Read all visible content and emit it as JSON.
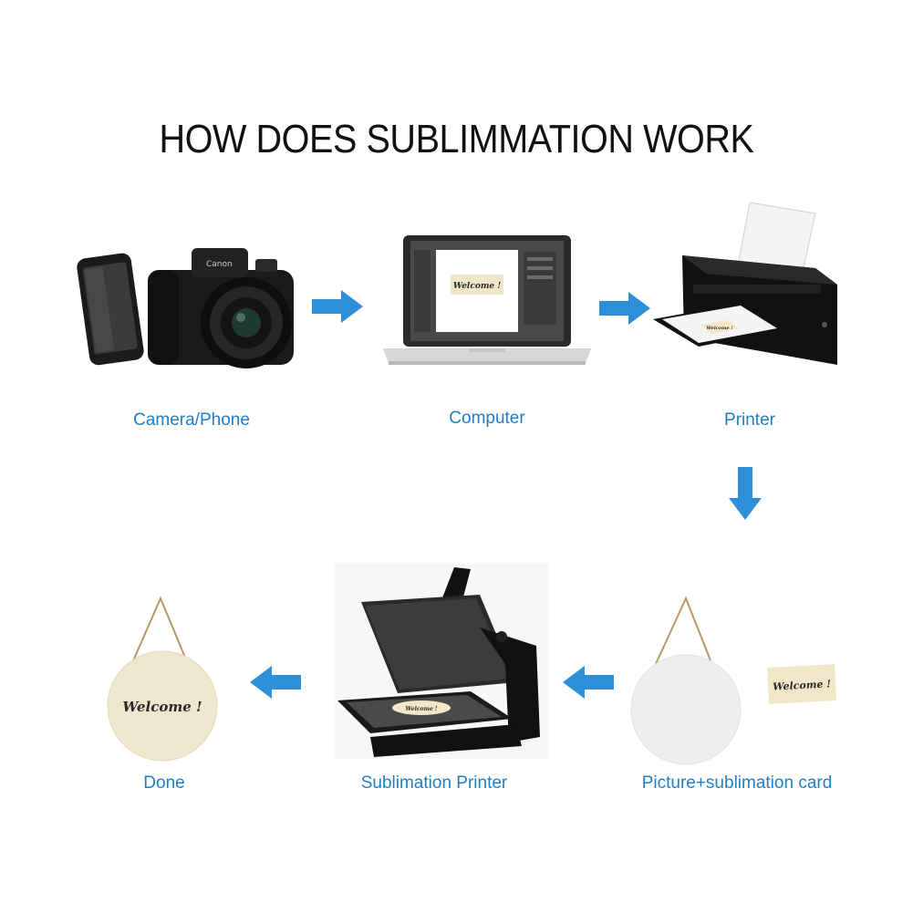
{
  "title": "HOW DOES SUBLIMMATION WORK",
  "colors": {
    "accent": "#1f7fc4",
    "arrow": "#2d8fd8",
    "title": "#111111"
  },
  "steps": [
    {
      "label": "Camera/Phone",
      "icon": "camera-phone-icon"
    },
    {
      "label": "Computer",
      "icon": "laptop-icon"
    },
    {
      "label": "Printer",
      "icon": "printer-icon"
    },
    {
      "label": "Picture+sublimation card",
      "icon": "blank-sign-card-icon"
    },
    {
      "label": "Sublimation Printer",
      "icon": "heat-press-icon"
    },
    {
      "label": "Done",
      "icon": "finished-sign-icon"
    }
  ],
  "sample_text": "Welcome !"
}
